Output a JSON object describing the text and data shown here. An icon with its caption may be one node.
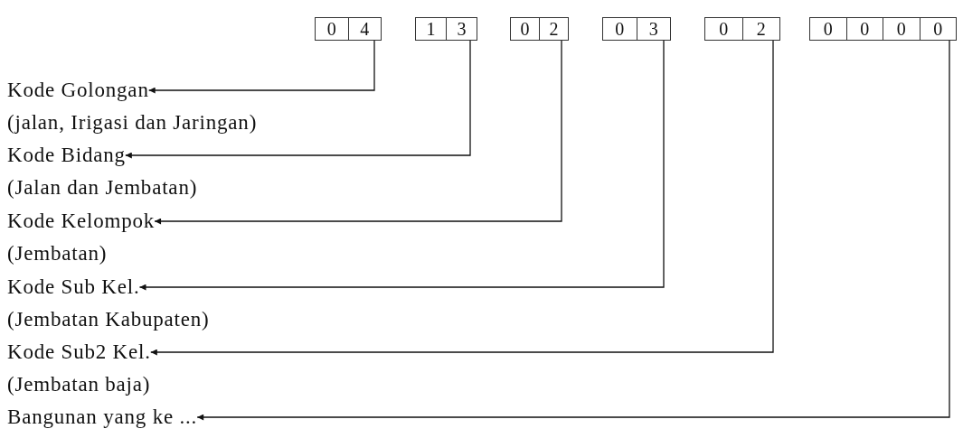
{
  "diagram": {
    "nodes": [
      {
        "text": [
          "0",
          "4"
        ]
      },
      {
        "text": [
          "1",
          "3"
        ]
      },
      {
        "text": [
          "0",
          "2"
        ]
      },
      {
        "text": [
          "0",
          "3"
        ]
      },
      {
        "text": [
          "0",
          "2"
        ]
      },
      {
        "text": [
          "0",
          "0",
          "0",
          "0"
        ]
      },
      {
        "text": [
          "Kode Golongan"
        ],
        "beside": [
          "(jalan, Irigasi dan Jaringan)"
        ]
      },
      {
        "text": [
          "Kode Bidang"
        ],
        "beside": [
          "(Jalan dan Jembatan)"
        ]
      },
      {
        "text": [
          "Kode Kelompok"
        ],
        "beside": [
          "(Jembatan)"
        ]
      },
      {
        "text": [
          "Kode Sub Kel."
        ],
        "beside": [
          "(Jembatan Kabupaten)"
        ]
      },
      {
        "text": [
          "Kode Sub2 Kel."
        ],
        "beside": [
          "(Jembatan baja)"
        ]
      },
      {
        "text": [
          "Bangunan yang ke ..."
        ]
      }
    ],
    "edges": [
      {
        "from": 0,
        "to": 6,
        "arrow": "to"
      },
      {
        "from": 1,
        "to": 7,
        "arrow": "to"
      },
      {
        "from": 2,
        "to": 8,
        "arrow": "to"
      },
      {
        "from": 3,
        "to": 9,
        "arrow": "to"
      },
      {
        "from": 4,
        "to": 10,
        "arrow": "to"
      },
      {
        "from": 5,
        "to": 11,
        "arrow": "to"
      }
    ]
  }
}
